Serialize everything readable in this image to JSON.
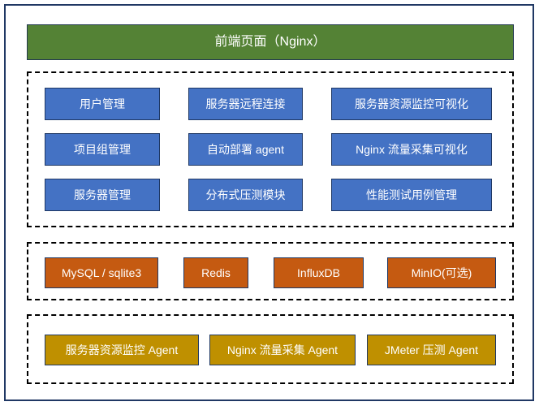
{
  "diagram": {
    "title_text": "前端页面（Nginx）",
    "colors": {
      "presentation": "#548235",
      "module": "#4472C4",
      "storage": "#C55A11",
      "agent": "#BF9000",
      "frame": "#203864",
      "group_border": "#000000",
      "label_text": "#FFFFFF",
      "background": "#FFFFFF"
    },
    "tiers": [
      {
        "name": "presentation",
        "style": "solid-box",
        "nodes": [
          {
            "label": "前端页面（Nginx）"
          }
        ]
      },
      {
        "name": "functional-modules",
        "style": "dashed-group",
        "columns": 3,
        "rows": 3,
        "nodes": [
          {
            "label": "用户管理"
          },
          {
            "label": "服务器远程连接"
          },
          {
            "label": "服务器资源监控可视化"
          },
          {
            "label": "项目组管理"
          },
          {
            "label": "自动部署 agent"
          },
          {
            "label": "Nginx 流量采集可视化"
          },
          {
            "label": "服务器管理"
          },
          {
            "label": "分布式压测模块"
          },
          {
            "label": "性能测试用例管理"
          }
        ]
      },
      {
        "name": "storage",
        "style": "dashed-group",
        "nodes": [
          {
            "label": "MySQL / sqlite3"
          },
          {
            "label": "Redis"
          },
          {
            "label": "InfluxDB"
          },
          {
            "label": "MinIO(可选)"
          }
        ]
      },
      {
        "name": "agents",
        "style": "dashed-group",
        "nodes": [
          {
            "label": "服务器资源监控 Agent"
          },
          {
            "label": "Nginx 流量采集 Agent"
          },
          {
            "label": "JMeter 压测 Agent"
          }
        ]
      }
    ]
  }
}
